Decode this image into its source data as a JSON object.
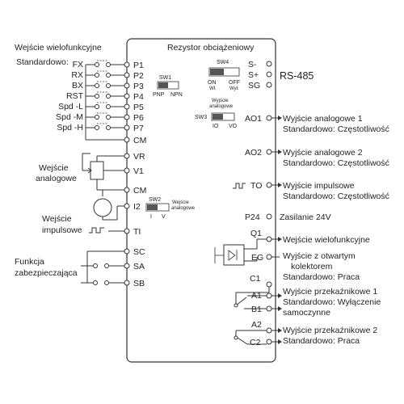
{
  "diagram": {
    "header_left": {
      "title": "Wejście wielofunkcyjne",
      "default": "Standardowo:"
    },
    "box_title": "Rezystor obciążeniowy",
    "multi_inputs": [
      {
        "name": "FX",
        "terminal": "P1"
      },
      {
        "name": "RX",
        "terminal": "P2"
      },
      {
        "name": "BX",
        "terminal": "P3"
      },
      {
        "name": "RST",
        "terminal": "P4"
      },
      {
        "name": "Spd -L",
        "terminal": "P5"
      },
      {
        "name": "Spd -M",
        "terminal": "P6"
      },
      {
        "name": "Spd -H",
        "terminal": "P7"
      }
    ],
    "left_terminals": {
      "cm1": "CM",
      "vr": "VR",
      "v1": "V1",
      "cm2": "CM",
      "i2": "I2",
      "ti": "TI",
      "sc": "SC",
      "sa": "SA",
      "sb": "SB"
    },
    "analog_input_label": [
      "Wejście",
      "analogowe"
    ],
    "pulse_input_label": [
      "Wejście",
      "impulsowe"
    ],
    "safety_label": [
      "Funkcja",
      "zabezpieczająca"
    ],
    "sw1": {
      "name": "SW1",
      "left": "PNP",
      "right": "NPN"
    },
    "sw4": {
      "name": "SW4",
      "left": "ON",
      "right": "OFF",
      "left_sub": "Wł.",
      "right_sub": "Wył."
    },
    "sw3": {
      "name": "SW3",
      "left": "IO",
      "right": "VO",
      "note": [
        "Wyjście",
        "analogowe"
      ]
    },
    "sw2": {
      "name": "SW2",
      "left": "I",
      "right": "V",
      "note": [
        "Wejście",
        "analogowe"
      ]
    },
    "rs485": {
      "terminals": [
        "S-",
        "S+",
        "SG"
      ],
      "label": "RS-485"
    },
    "outputs": {
      "ao1": {
        "terminal": "AO1",
        "title": "Wyjście analogowe 1",
        "default": "Standardowo: Częstotliwość"
      },
      "ao2": {
        "terminal": "AO2",
        "title": "Wyjście analogowe 2",
        "default": "Standardowo: Częstotliwość"
      },
      "to": {
        "terminal": "TO",
        "title": "Wyjście impulsowe",
        "default": "Standardowo: Częstotliwość"
      },
      "p24": {
        "terminal": "P24",
        "title": "Zasilanie 24V"
      },
      "q1": {
        "terminal": "Q1",
        "title": "Wejście wielofunkcyjne"
      },
      "eg": {
        "terminal": "EG",
        "lines": [
          "Wyjście z otwartym",
          "kolektorem",
          "Standardowo: Praca"
        ]
      },
      "relay1": {
        "terminals": [
          "C1",
          "A1",
          "B1"
        ],
        "lines": [
          "Wyjście przekaźnikowe 1",
          "Standardowo: Wyłączenie",
          "samoczynne"
        ]
      },
      "relay2": {
        "terminals": [
          "A2",
          "C2"
        ],
        "lines": [
          "Wyjście przekaźnikowe 2",
          "Standardowo: Praca"
        ]
      }
    }
  }
}
